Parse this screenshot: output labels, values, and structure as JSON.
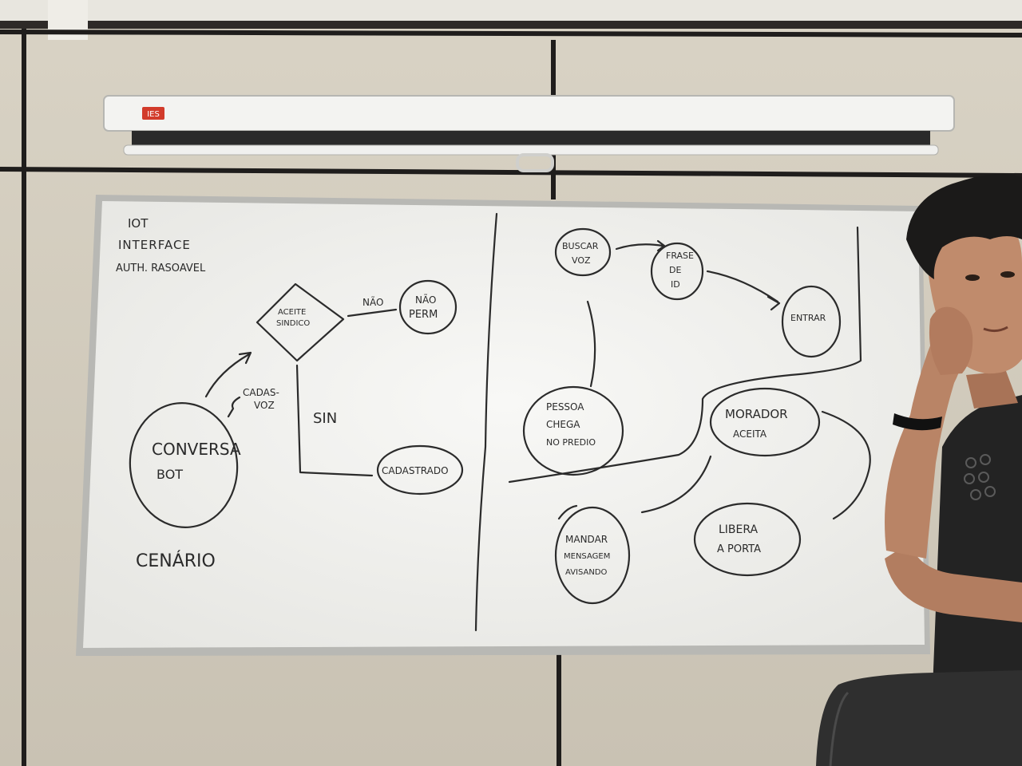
{
  "screen": {
    "logo_text": "IES"
  },
  "whiteboard": {
    "left_notes": [
      "IOT",
      "INTERFACE",
      "AUTH. RASOAVEL"
    ],
    "cenario": "CENÁRIO",
    "left_flow": {
      "conversa_bot": [
        "CONVERSA",
        "BOT"
      ],
      "cadas_voz": [
        "CADAS-",
        "VOZ"
      ],
      "aceite_sindico": [
        "ACEITE",
        "SINDICO"
      ],
      "nao": "NÃO",
      "nao_perm": [
        "NÃO",
        "PERM"
      ],
      "sin": "SIN",
      "cadastrado": "CADASTRADO"
    },
    "right_flow": {
      "buscar_voz": [
        "BUSCAR",
        "VOZ"
      ],
      "frase_de_id": [
        "FRASE",
        "DE",
        "ID"
      ],
      "entrar": "ENTRAR",
      "pessoa_chega": [
        "PESSOA",
        "CHEGA",
        "NO PREDIO"
      ],
      "morador_aceita": [
        "MORADOR",
        "ACEITA"
      ],
      "mandar_mensagem": [
        "MANDAR",
        "MENSAGEM",
        "AVISANDO"
      ],
      "libera_porta": [
        "LIBERA",
        "A PORTA"
      ]
    }
  },
  "colors": {
    "wall": "#d6d0c2",
    "board": "#f1f1ef",
    "frame": "#a9a9a6",
    "ink": "#2b2b2b",
    "shirt": "#222222",
    "skin": "#b98466"
  }
}
